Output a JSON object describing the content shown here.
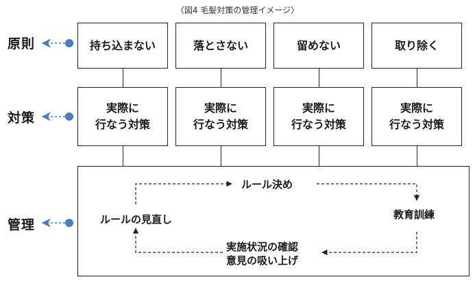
{
  "caption": "〈図4 毛髪対策の管理イメージ〉",
  "rows": {
    "principle": "原則",
    "measure": "対策",
    "management": "管理"
  },
  "principles": [
    "持ち込まない",
    "落とさない",
    "留めない",
    "取り除く"
  ],
  "measures": [
    "実際に\n行なう対策",
    "実際に\n行なう対策",
    "実際に\n行なう対策",
    "実際に\n行なう対策"
  ],
  "cycle": {
    "rule_decision": "ルール決め",
    "education": "教育訓練",
    "check": "実施状況の確認\n意見の吸い上げ",
    "review": "ルールの見直し"
  },
  "colors": {
    "connector_blue": "#4a7cc4",
    "line": "#222222"
  }
}
